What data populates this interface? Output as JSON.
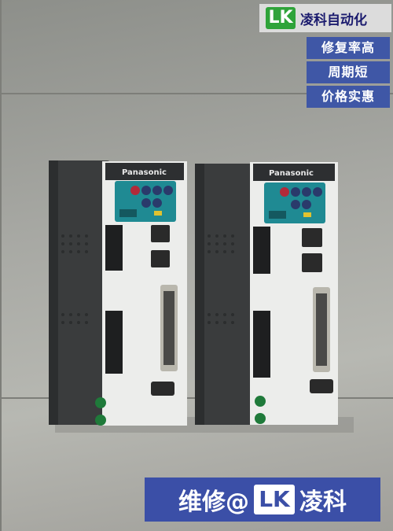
{
  "watermark": {
    "logo_mark": "LK",
    "logo_text": "凌科自动化",
    "badges": [
      "修复率高",
      "周期短",
      "价格实惠"
    ],
    "bottom_text": "维修@",
    "bottom_mark": "LK",
    "bottom_brand": "凌科"
  },
  "drives": [
    {
      "brand": "Panasonic"
    },
    {
      "brand": "Panasonic"
    }
  ],
  "colors": {
    "banner_blue": "#3f57a6",
    "logo_green": "#2fa33a",
    "keypad_teal": "#1f8a93",
    "drive_dark": "#3a3c3d",
    "drive_white": "#ecedeb"
  }
}
